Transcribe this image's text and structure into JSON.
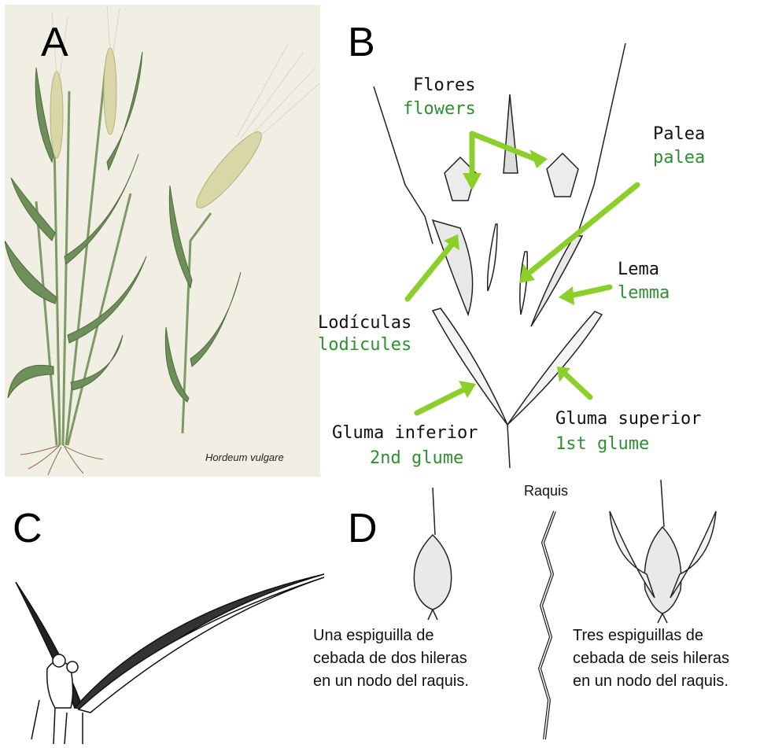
{
  "panels": {
    "a": {
      "letter": "A",
      "species": "Hordeum vulgare"
    },
    "b": {
      "letter": "B",
      "flowers_es": "Flores",
      "flowers_en": "flowers",
      "palea_es": "Palea",
      "palea_en": "palea",
      "lemma_es": "Lema",
      "lemma_en": "lemma",
      "lodicules_es": "Lodículas",
      "lodicules_en": "lodicules",
      "glume_inf_es": "Gluma inferior",
      "glume_inf_en": "2nd glume",
      "glume_sup_es": "Gluma superior",
      "glume_sup_en": "1st glume"
    },
    "c": {
      "letter": "C"
    },
    "d": {
      "letter": "D",
      "raquis": "Raquis",
      "caption_left": "Una espiguilla de\ncebada de dos hileras\nen un nodo del raquis.",
      "caption_right": "Tres espiguillas de\ncebada de seis hileras\nen un nodo del raquis."
    }
  },
  "colors": {
    "arrow": "#8dcf2a",
    "english_label": "#2f8f2f",
    "panel_a_bg": "#f1efe4",
    "leaf": "#6f8f5a"
  }
}
